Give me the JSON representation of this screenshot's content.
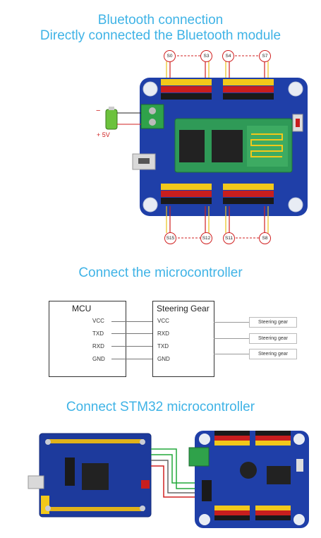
{
  "titles": {
    "bluetooth_line1": "Bluetooth connection",
    "bluetooth_line2": "Directly connected  the Bluetooth module",
    "mcu_section": "Connect the microcontroller",
    "stm32_section": "Connect STM32 microcontroller"
  },
  "channels": {
    "top_left": "S0",
    "top_mid_left": "S3",
    "top_mid_right": "S4",
    "top_right": "S7",
    "bottom_left": "S15",
    "bottom_mid_left": "S12",
    "bottom_mid_right": "S11",
    "bottom_right": "S8"
  },
  "battery_signs": {
    "minus": "−",
    "plus": "+ 5V"
  },
  "mcu_box": {
    "title": "MCU",
    "pins": [
      "VCC",
      "TXD",
      "RXD",
      "GND"
    ]
  },
  "servo_box": {
    "title": "Steering  Gear",
    "pins": [
      "VCC",
      "RXD",
      "TXD",
      "GND"
    ]
  },
  "steering_gear_labels": [
    "Steering gear",
    "Steering gear",
    "Steering gear"
  ],
  "colors": {
    "title": "#3fb3e6",
    "pcb_blue": "#1f3fa8",
    "header_black": "#1a1a1a",
    "header_red": "#c81e1e",
    "header_yellow": "#f2c81a",
    "bt_green": "#2f9a57",
    "stm32_blue": "#1d3a9c"
  }
}
